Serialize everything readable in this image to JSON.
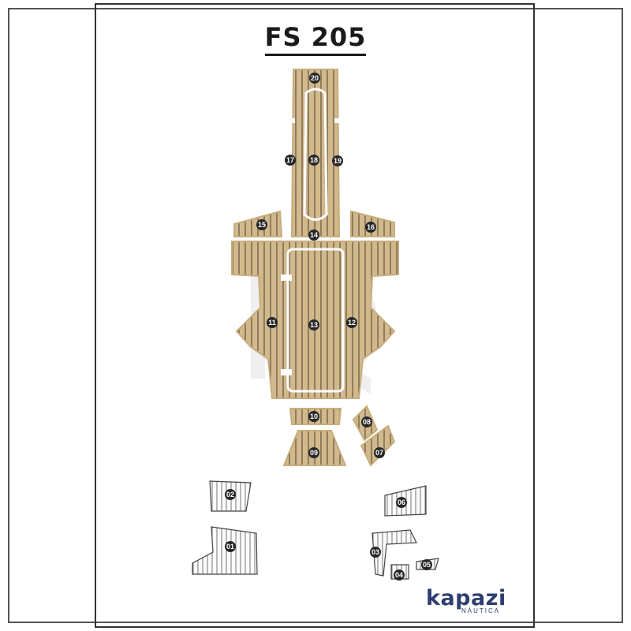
{
  "title": "FS 205",
  "brand": {
    "name": "kapazi",
    "sub": "NÁUTICA"
  },
  "colors": {
    "teak": "#d2b98c",
    "caulk": "#5a4a3a",
    "border": "#c8ad7d",
    "badge": "#262626"
  },
  "pieces": [
    "01",
    "02",
    "03",
    "04",
    "05",
    "06",
    "07",
    "08",
    "09",
    "10",
    "11",
    "12",
    "13",
    "14",
    "15",
    "16",
    "17",
    "18",
    "19",
    "20"
  ]
}
